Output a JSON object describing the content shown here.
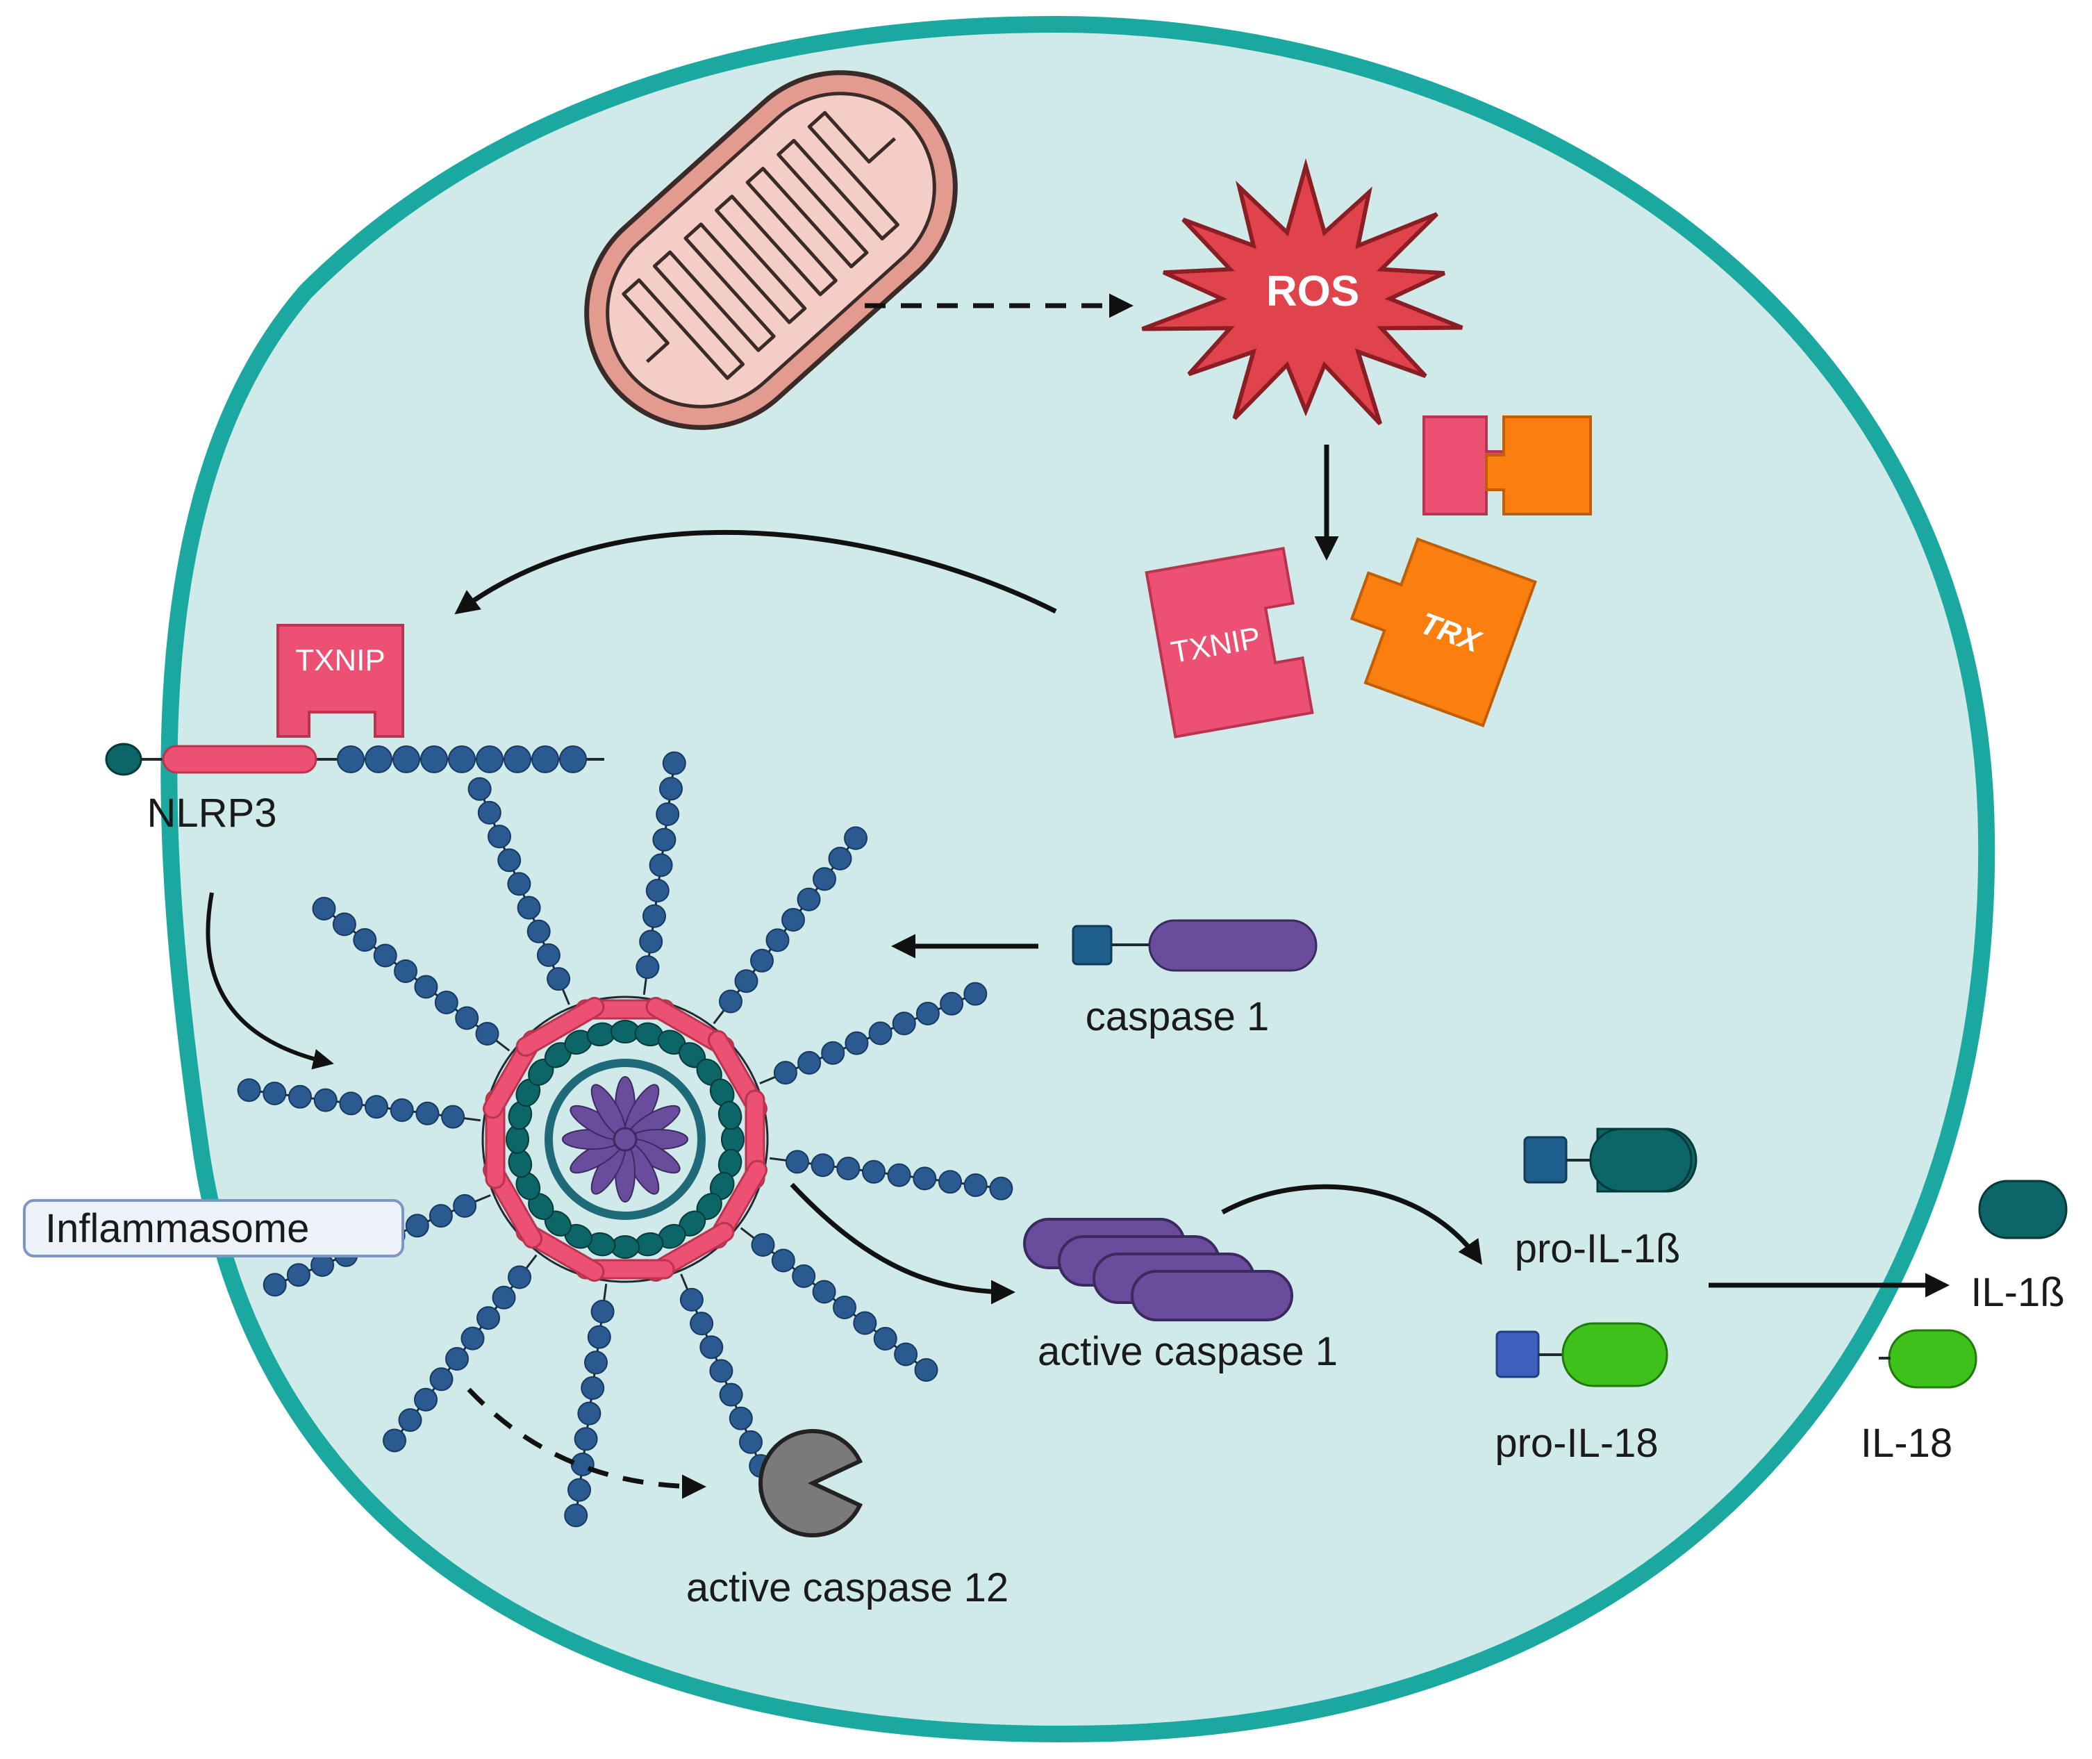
{
  "labels": {
    "ros": "ROS",
    "txnip_bound": "TXNIP",
    "txnip_free": "TXNIP",
    "trx": "TRX",
    "nlrp3": "NLRP3",
    "inflammasome": "Inflammasome",
    "caspase1": "caspase 1",
    "active_caspase1": "active caspase 1",
    "active_caspase12": "active caspase 12",
    "pro_il1b": "pro-IL-1ß",
    "pro_il18": "pro-IL-18",
    "il1b": "IL-1ß",
    "il18": "IL-18"
  },
  "colors": {
    "cell_fill": "#cfeae9",
    "cell_border": "#1aa8a0",
    "ros": "#e0434b",
    "txnip": "#ec5072",
    "trx": "#fb7f0f",
    "nlrp3_bead": "#2b5a90",
    "caspase": "#6a4c9c",
    "il1b": "#0c6566",
    "il18": "#3ec11a",
    "caspase12": "#7a7a7a",
    "mito": "#e39b90"
  }
}
